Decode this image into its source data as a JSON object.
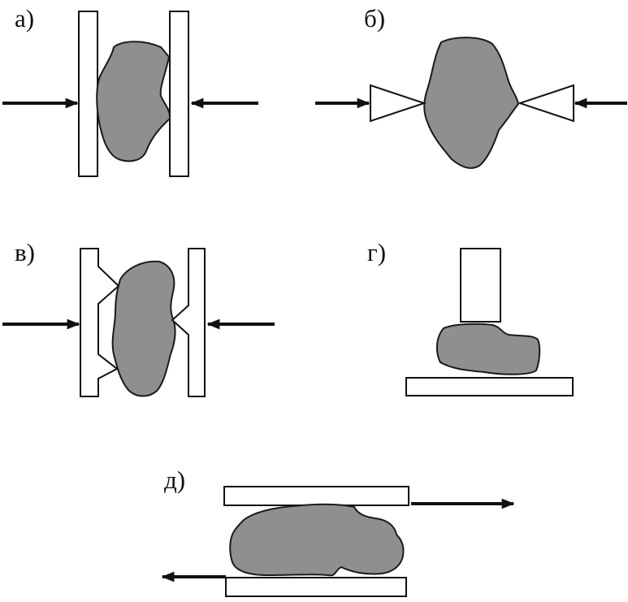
{
  "labels": {
    "a": "а)",
    "b": "б)",
    "v": "в)",
    "g": "г)",
    "d": "д)"
  },
  "colors": {
    "rock": "#8f8f8f",
    "outline": "#111111",
    "plate": "#ffffff"
  }
}
